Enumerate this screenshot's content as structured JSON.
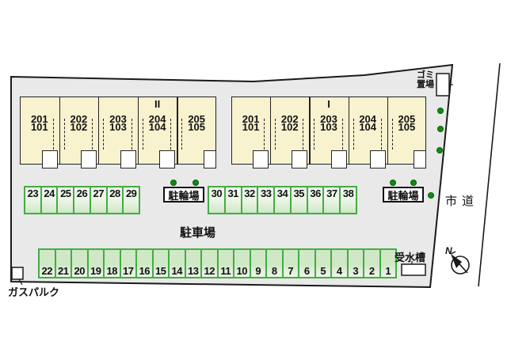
{
  "labels": {
    "parking_lot": "駐車場",
    "city_road": "市道",
    "bike_parking": "駐輪場",
    "garbage_line1": "ゴミ",
    "garbage_line2": "置場",
    "water_tank": "受水槽",
    "gas_bulk": "ガスパルク",
    "north": "N"
  },
  "buildings": [
    {
      "id": "building-2",
      "label": "II",
      "units": [
        {
          "upper": "201",
          "lower": "101"
        },
        {
          "upper": "202",
          "lower": "102"
        },
        {
          "upper": "203",
          "lower": "103"
        },
        {
          "upper": "204",
          "lower": "104"
        },
        {
          "upper": "205",
          "lower": "105"
        }
      ]
    },
    {
      "id": "building-1",
      "label": "I",
      "units": [
        {
          "upper": "201",
          "lower": "101"
        },
        {
          "upper": "202",
          "lower": "102"
        },
        {
          "upper": "203",
          "lower": "103"
        },
        {
          "upper": "204",
          "lower": "104"
        },
        {
          "upper": "205",
          "lower": "105"
        }
      ]
    }
  ],
  "parking_rows": [
    {
      "id": "row-23-29",
      "spaces": [
        "23",
        "24",
        "25",
        "26",
        "27",
        "28",
        "29"
      ]
    },
    {
      "id": "row-30-38",
      "spaces": [
        "30",
        "31",
        "32",
        "33",
        "34",
        "35",
        "36",
        "37",
        "38"
      ]
    },
    {
      "id": "row-22-1",
      "spaces": [
        "22",
        "21",
        "20",
        "19",
        "18",
        "17",
        "16",
        "15",
        "14",
        "13",
        "12",
        "11",
        "10",
        "9",
        "8",
        "7",
        "6",
        "5",
        "4",
        "3",
        "2",
        "1"
      ]
    }
  ],
  "colors": {
    "parcel_fill": "#e9e9e9",
    "building_fill": "#f8f2cf",
    "parking_fill_light": "#eef6ea",
    "parking_fill_green": "#cfe8c6",
    "parking_border": "#44ac44",
    "shrub_green": "#118a11",
    "outline": "#1a1a1a"
  }
}
